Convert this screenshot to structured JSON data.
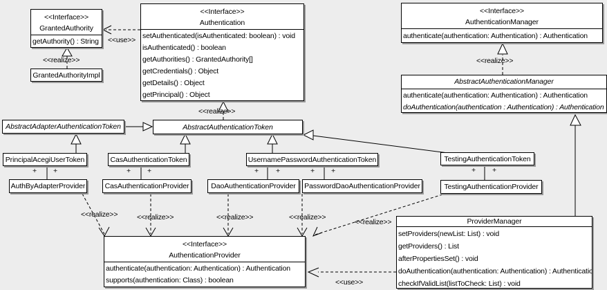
{
  "labels": {
    "realize": "<<realize>>",
    "use": "<<use>>",
    "plus": "+"
  },
  "classes": {
    "granted_authority": {
      "stereotype": "<<Interface>>",
      "name": "GrantedAuthority",
      "methods": [
        "getAuthority() : String"
      ]
    },
    "granted_authority_impl": {
      "name": "GrantedAuthorityImpl"
    },
    "authentication": {
      "stereotype": "<<Interface>>",
      "name": "Authentication",
      "methods": [
        "setAuthenticated(isAuthenticated: boolean) : void",
        "isAuthenticated() : boolean",
        "getAuthorities() : GrantedAuthority[]",
        "getCredentials() : Object",
        "getDetails() : Object",
        "getPrincipal() : Object"
      ]
    },
    "authentication_manager": {
      "stereotype": "<<Interface>>",
      "name": "AuthenticationManager",
      "methods": [
        "authenticate(authentication: Authentication) : Authentication"
      ]
    },
    "abstract_authentication_manager": {
      "name": "AbstractAuthenticationManager",
      "methods": [
        "authenticate(authentication: Authentication) : Authentication",
        "doAuthentication(authentication : Authentication) : Authentication"
      ]
    },
    "abstract_adapter_authentication_token": {
      "name": "AbstractAdapterAuthenticationToken"
    },
    "abstract_authentication_token": {
      "name": "AbstractAuthenticationToken"
    },
    "principal_acegi_user_token": {
      "name": "PrincipalAcegiUserToken"
    },
    "cas_authentication_token": {
      "name": "CasAuthenticationToken"
    },
    "username_password_authentication_token": {
      "name": "UsernamePasswordAuthenticationToken"
    },
    "testing_authentication_token": {
      "name": "TestingAuthenticationToken"
    },
    "auth_by_adapter_provider": {
      "name": "AuthByAdapterProvider"
    },
    "cas_authentication_provider": {
      "name": "CasAuthenticationProvider"
    },
    "dao_authentication_provider": {
      "name": "DaoAuthenticationProvider"
    },
    "password_dao_authentication_provider": {
      "name": "PasswordDaoAuthenticationProvider"
    },
    "testing_authentication_provider": {
      "name": "TestingAuthenticationProvider"
    },
    "authentication_provider": {
      "stereotype": "<<Interface>>",
      "name": "AuthenticationProvider",
      "methods": [
        "authenticate(authentication: Authentication) : Authentication",
        "supports(authentication: Class) : boolean"
      ]
    },
    "provider_manager": {
      "name": "ProviderManager",
      "methods": [
        "setProviders(newList: List) : void",
        "getProviders() : List",
        "afterPropertiesSet() : void",
        "doAuthentication(authentication: Authentication) : Authentication",
        "checkIfValidList(listToCheck: List) : void"
      ]
    }
  }
}
